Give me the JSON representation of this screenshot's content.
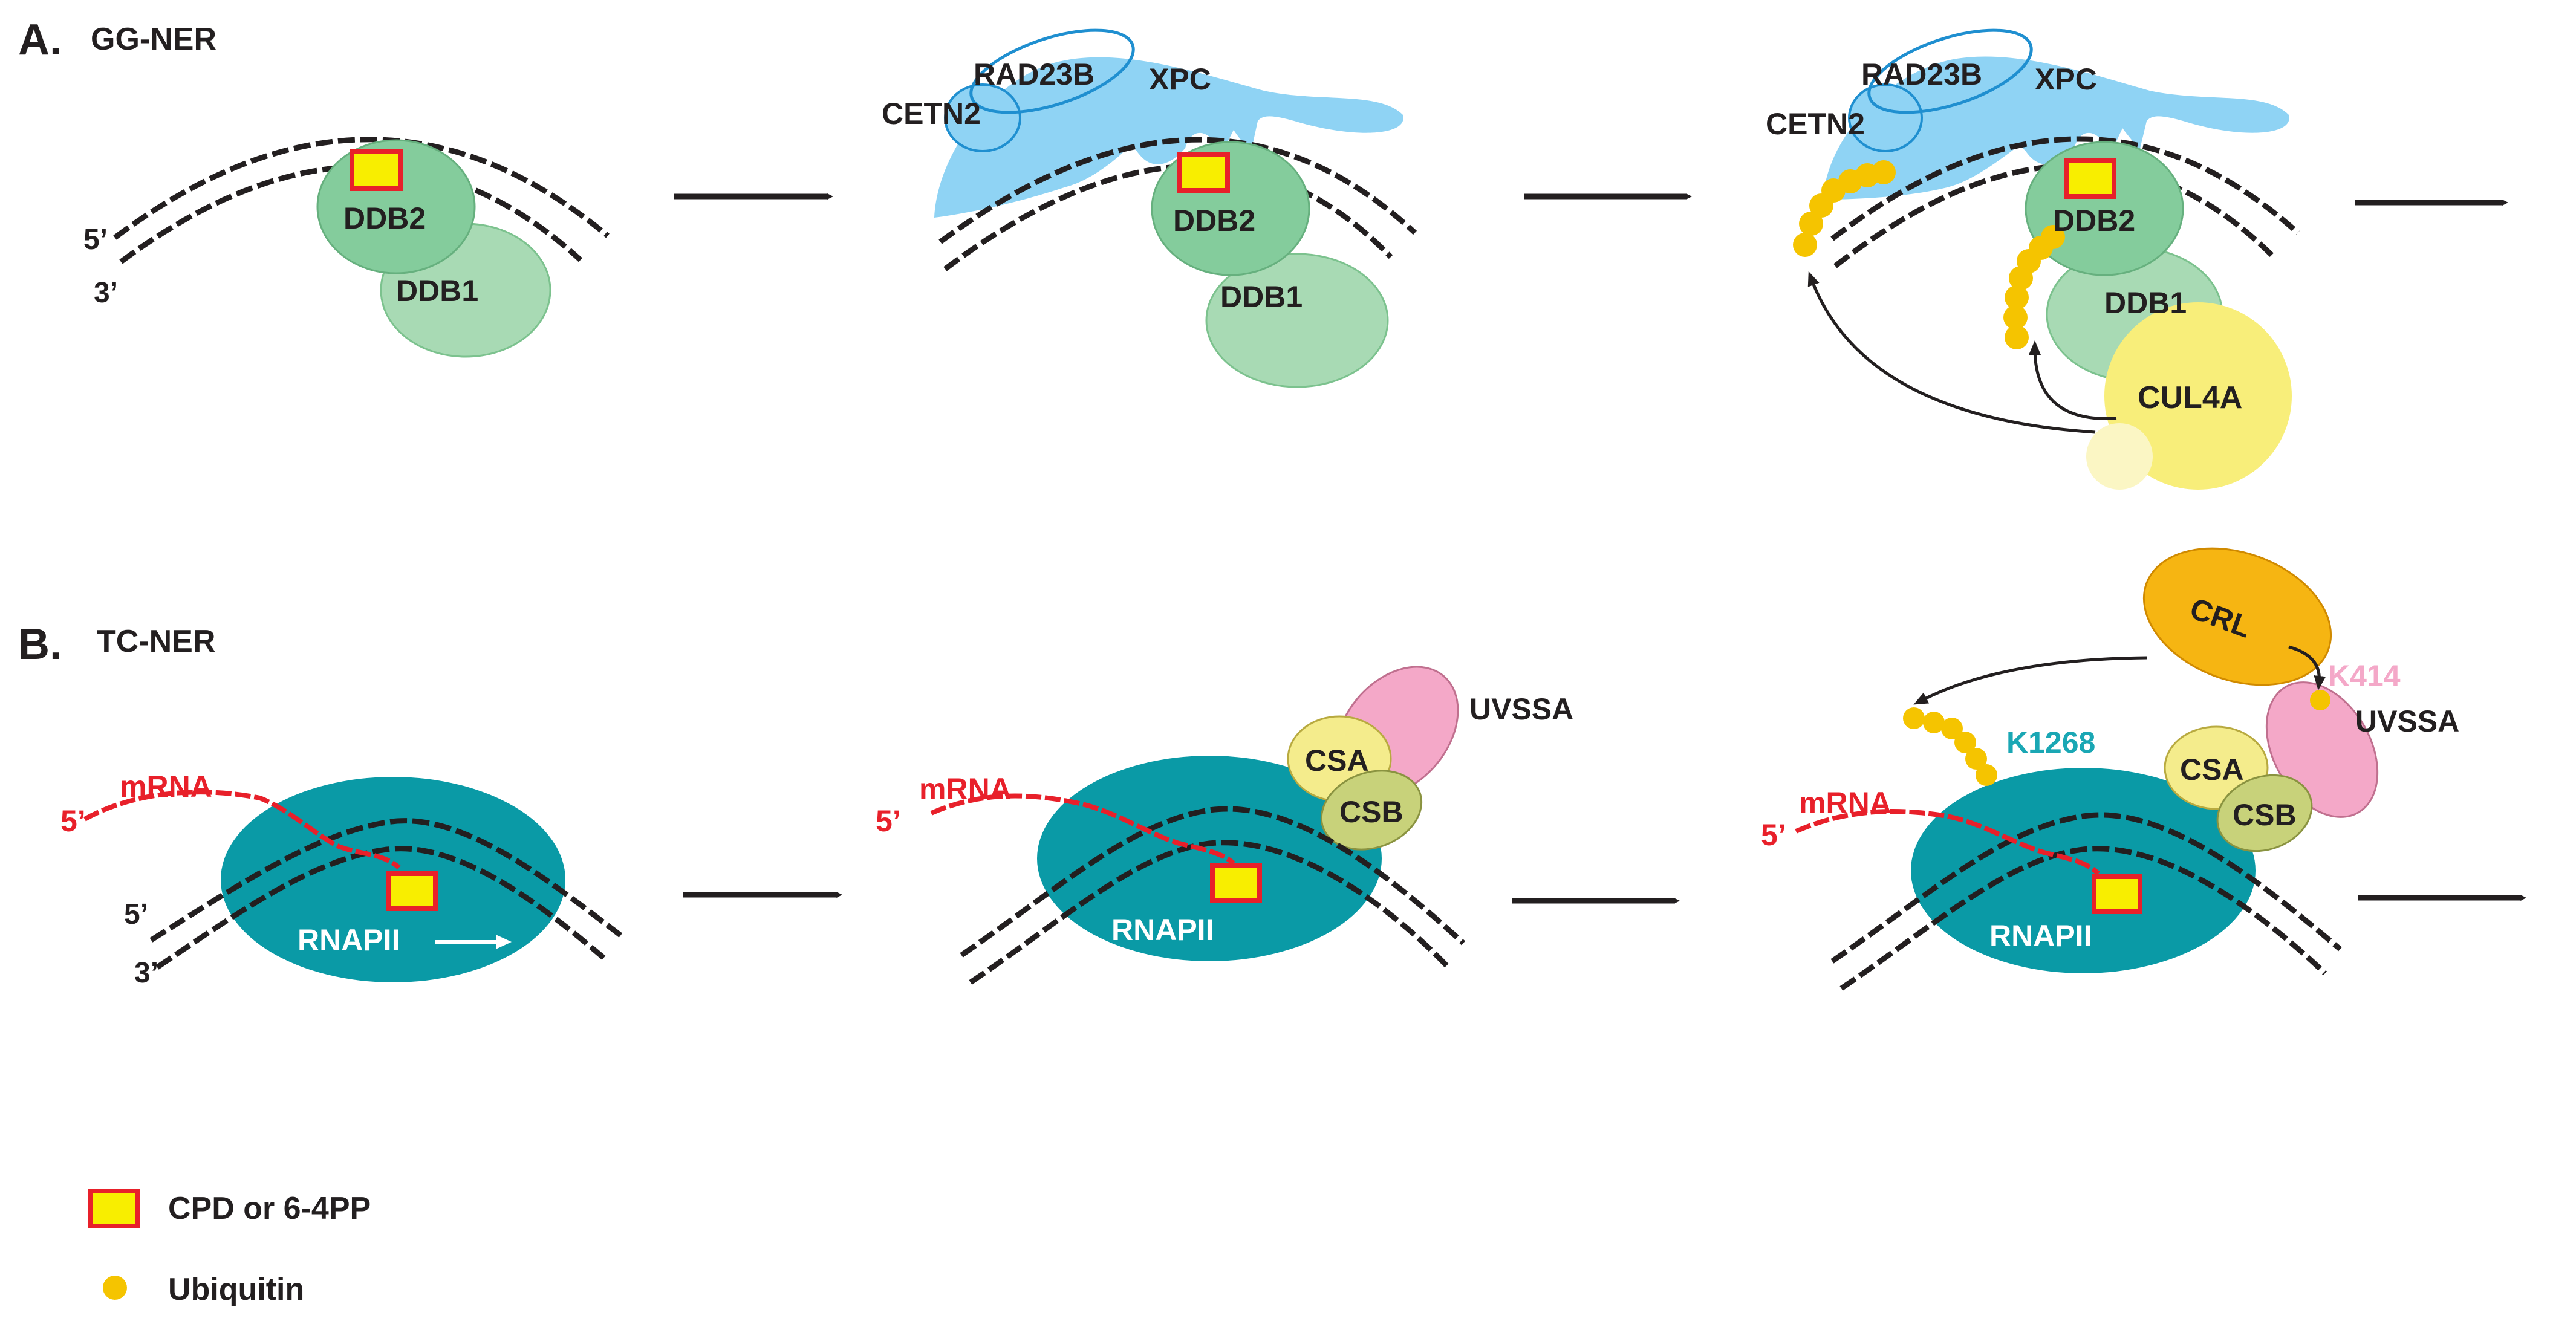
{
  "panels": {
    "a": {
      "letter": "A.",
      "title": "GG-NER"
    },
    "b": {
      "letter": "B.",
      "title": "TC-NER"
    }
  },
  "dna": {
    "five_prime": "5’",
    "three_prime": "3’"
  },
  "proteins": {
    "ddb1": "DDB1",
    "ddb2": "DDB2",
    "xpc": "XPC",
    "rad23b": "RAD23B",
    "cetn2": "CETN2",
    "cul4a": "CUL4A",
    "rnapii": "RNAPII",
    "mrna": "mRNA",
    "csa": "CSA",
    "csb": "CSB",
    "uvssa": "UVSSA",
    "crl": "CRL",
    "k1268": "K1268",
    "k414": "K414"
  },
  "legend": {
    "lesion": "CPD or 6-4PP",
    "ubiquitin": "Ubiquitin"
  },
  "colors": {
    "ddb1": "#a8dab4",
    "ddb2": "#84cc9c",
    "xpc": "#8fd3f4",
    "xpc_outline": "#1f8fd0",
    "rnapii": "#0a9aa6",
    "mrna": "#e8202a",
    "csa": "#f4ec8c",
    "csb": "#c8d27a",
    "uvssa": "#f4a8c8",
    "crl": "#f6b512",
    "cul4a": "#f8ee7a",
    "ubiquitin": "#f5c400",
    "lesion_fill": "#f8ee00",
    "lesion_border": "#e8202a",
    "k1268": "#1aa7b4",
    "k414": "#f4a8c8"
  }
}
